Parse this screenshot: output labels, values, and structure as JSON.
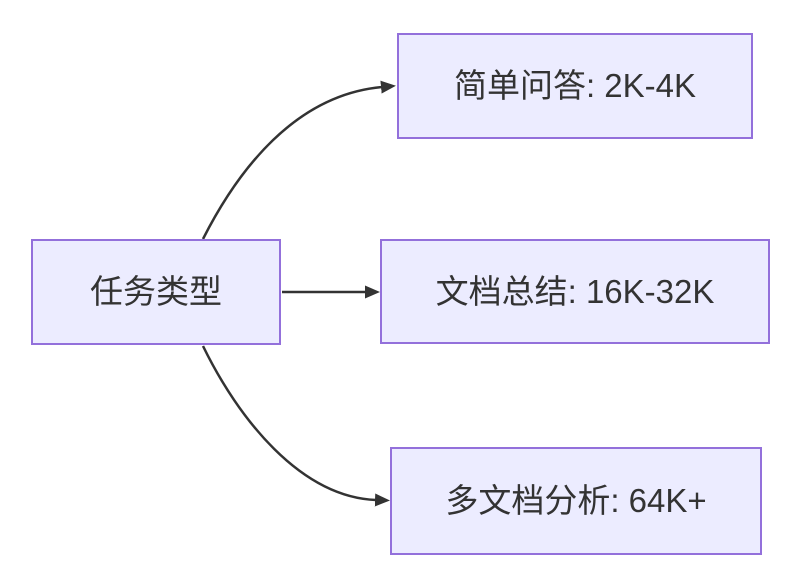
{
  "diagram": {
    "type": "flowchart",
    "direction": "LR",
    "nodes": [
      {
        "id": "task-type",
        "label": "任务类型"
      },
      {
        "id": "simple-qa",
        "label": "简单问答: 2K-4K"
      },
      {
        "id": "doc-summary",
        "label": "文档总结: 16K-32K"
      },
      {
        "id": "multi-doc-analysis",
        "label": "多文档分析: 64K+"
      }
    ],
    "edges": [
      {
        "from": "task-type",
        "to": "simple-qa"
      },
      {
        "from": "task-type",
        "to": "doc-summary"
      },
      {
        "from": "task-type",
        "to": "multi-doc-analysis"
      }
    ],
    "colors": {
      "node_fill": "#ECECFF",
      "node_border": "#9370DB",
      "edge": "#333333",
      "text": "#333333",
      "background": "#FFFFFF"
    }
  }
}
